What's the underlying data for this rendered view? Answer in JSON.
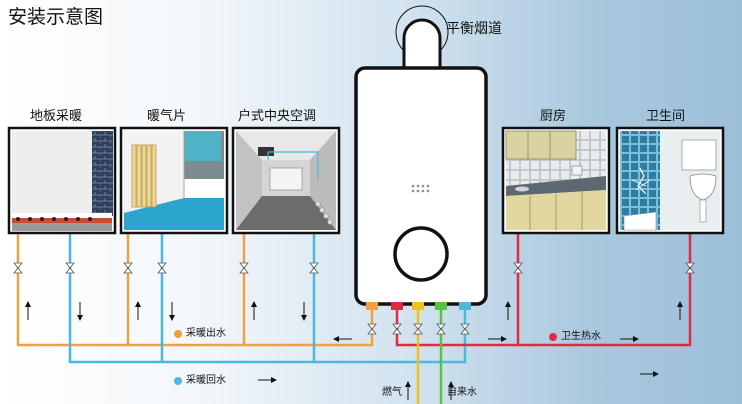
{
  "title": "安装示意图",
  "flue_label": "平衡烟道",
  "rooms": {
    "floor_heating": "地板采暖",
    "radiator": "暖气片",
    "central_ac": "户式中央空调",
    "kitchen": "厨房",
    "bathroom": "卫生间"
  },
  "legend": {
    "heating_out": "采暖出水",
    "heating_return": "采暖回水",
    "hot_water": "卫生热水"
  },
  "inputs": {
    "gas": "燃气",
    "tap_water": "自来水"
  },
  "colors": {
    "heating_out": "#f0a040",
    "heating_return": "#4bb8dd",
    "hot_water": "#e02a45",
    "gas": "#f0c020",
    "tap_water": "#58c040",
    "boiler_body": "#ffffff",
    "outline": "#111111"
  }
}
